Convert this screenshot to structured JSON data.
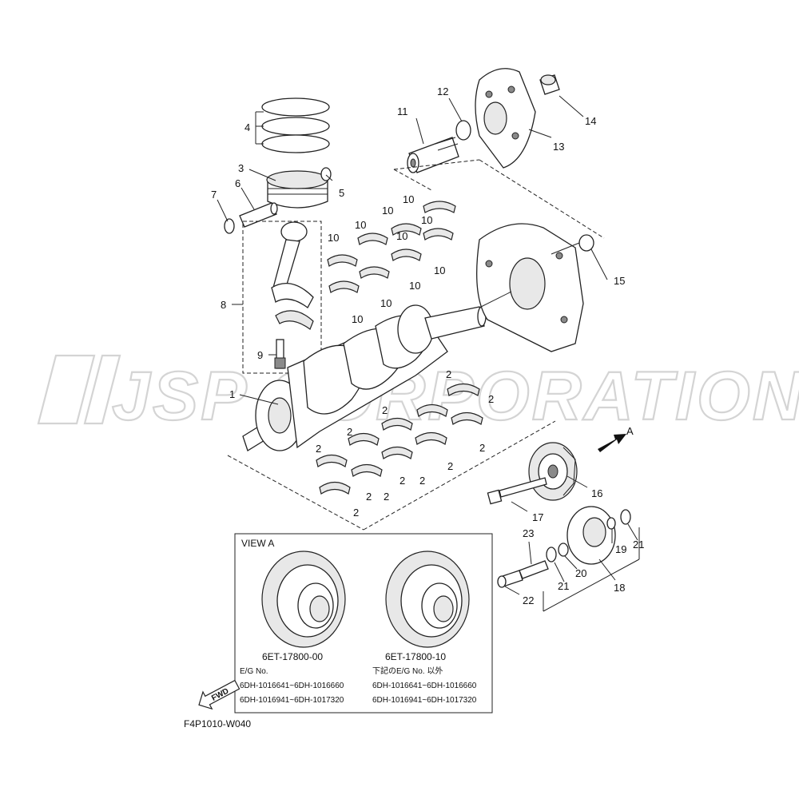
{
  "watermark": "JSP CORPORATION",
  "diagram_code": "F4P1010-W040",
  "fwd_label": "FWD",
  "view_arrow_label": "A",
  "view_box": {
    "title": "VIEW A",
    "left_part_no": "6ET-17800-00",
    "right_part_no": "6ET-17800-10",
    "left_lines": [
      "E/G No.",
      "6DH-1016641~6DH-1016660",
      "6DH-1016941~6DH-1017320"
    ],
    "right_lines": [
      "下記のE/G No. 以外",
      "6DH-1016641~6DH-1016660",
      "6DH-1016941~6DH-1017320"
    ]
  },
  "callouts": {
    "c1": "1",
    "c2a": "2",
    "c2b": "2",
    "c2c": "2",
    "c2d": "2",
    "c2e": "2",
    "c2f": "2",
    "c2g": "2",
    "c2h": "2",
    "c2i": "2",
    "c2j": "2",
    "c2k": "2",
    "c2l": "2",
    "c3": "3",
    "c4": "4",
    "c5": "5",
    "c6": "6",
    "c7": "7",
    "c8": "8",
    "c9": "9",
    "c10a": "10",
    "c10b": "10",
    "c10c": "10",
    "c10d": "10",
    "c10e": "10",
    "c10f": "10",
    "c10g": "10",
    "c10h": "10",
    "c10i": "10",
    "c10j": "10",
    "c11": "11",
    "c12": "12",
    "c13": "13",
    "c14": "14",
    "c15": "15",
    "c16": "16",
    "c17": "17",
    "c18": "18",
    "c19": "19",
    "c20": "20",
    "c21a": "21",
    "c21b": "21",
    "c22": "22",
    "c23": "23"
  }
}
